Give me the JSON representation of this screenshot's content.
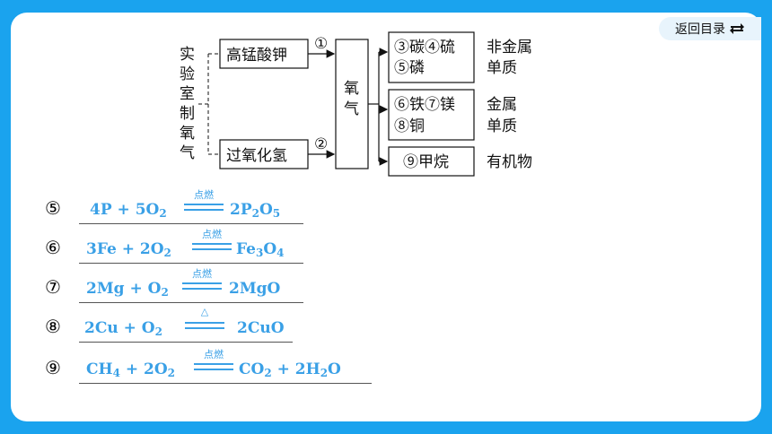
{
  "nav": {
    "return_label": "返回目录",
    "return_icon": "return-arrow-icon"
  },
  "diagram": {
    "source_label_chars": [
      "实",
      "验",
      "室",
      "制",
      "氧",
      "气"
    ],
    "reagent_1": "高锰酸钾",
    "reagent_2": "过氧化氢",
    "mark_1": "①",
    "mark_2": "②",
    "oxygen_chars": [
      "氧",
      "气"
    ],
    "group_1_line1": "③碳④硫",
    "group_1_line2": "⑤磷",
    "group_1_cat_line1": "非金属",
    "group_1_cat_line2": "单质",
    "group_2_line1": "⑥铁⑦镁",
    "group_2_line2": "⑧铜",
    "group_2_cat_line1": "金属",
    "group_2_cat_line2": "单质",
    "group_3": "⑨甲烷",
    "group_3_cat": "有机物"
  },
  "equations": [
    {
      "num": "⑤",
      "condition": "点燃"
    },
    {
      "num": "⑥",
      "condition": "点燃"
    },
    {
      "num": "⑦",
      "condition": "点燃"
    },
    {
      "num": "⑧",
      "condition": "△"
    },
    {
      "num": "⑨",
      "condition": "点燃"
    }
  ],
  "colors": {
    "background": "#1aa3ee",
    "answer": "#3aa0e6"
  }
}
